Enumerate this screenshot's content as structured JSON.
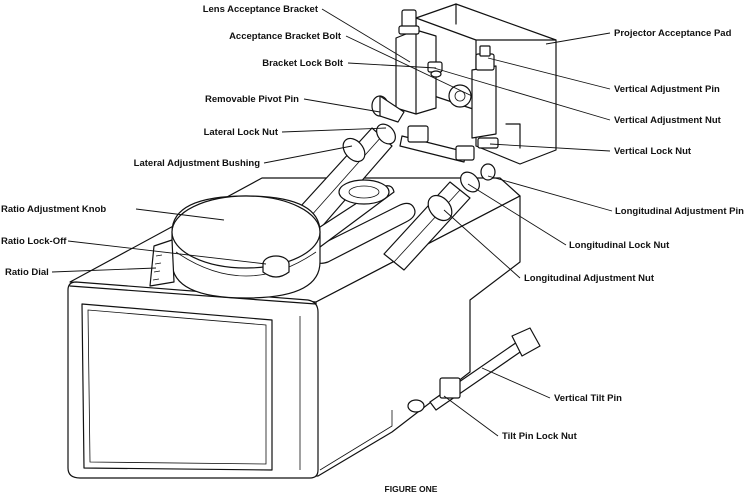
{
  "caption": "FIGURE ONE",
  "labels": {
    "lens_acceptance_bracket": "Lens Acceptance Bracket",
    "acceptance_bracket_bolt": "Acceptance Bracket Bolt",
    "bracket_lock_bolt": "Bracket Lock Bolt",
    "removable_pivot_pin": "Removable Pivot Pin",
    "lateral_lock_nut": "Lateral Lock Nut",
    "lateral_adjustment_bushing": "Lateral Adjustment Bushing",
    "ratio_adjustment_knob": "Ratio Adjustment Knob",
    "ratio_lock_off": "Ratio Lock-Off",
    "ratio_dial": "Ratio Dial",
    "projector_acceptance_pad": "Projector Acceptance Pad",
    "vertical_adjustment_pin": "Vertical Adjustment Pin",
    "vertical_adjustment_nut": "Vertical Adjustment Nut",
    "vertical_lock_nut": "Vertical Lock Nut",
    "longitudinal_adjustment_pin": "Longitudinal Adjustment Pin",
    "longitudinal_lock_nut": "Longitudinal Lock Nut",
    "longitudinal_adjustment_nut": "Longitudinal Adjustment Nut",
    "vertical_tilt_pin": "Vertical Tilt Pin",
    "tilt_pin_lock_nut": "Tilt Pin Lock Nut"
  }
}
